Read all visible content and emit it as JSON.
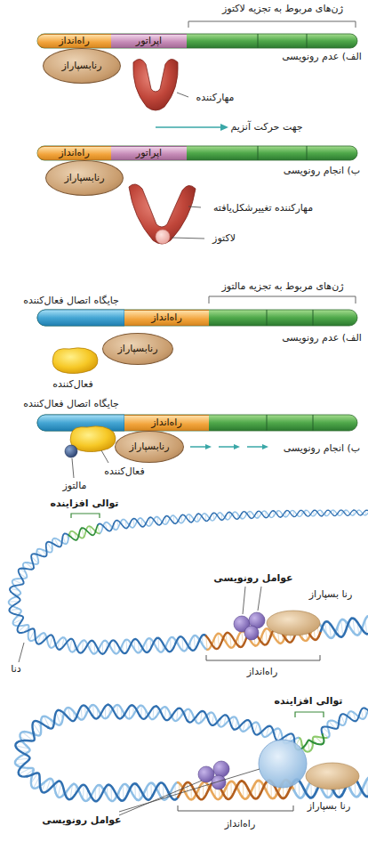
{
  "diagram": {
    "nodes": [
      {
        "text": [
          "راه‌انداز"
        ]
      },
      {
        "text": [
          "اپراتور"
        ]
      },
      {
        "text": [
          "رنابسپاراز"
        ]
      },
      {
        "text": [
          "راه‌انداز"
        ]
      },
      {
        "text": [
          "اپراتور"
        ]
      },
      {
        "text": [
          "رنابسپاراز"
        ]
      },
      {
        "text": [
          "راه‌انداز"
        ]
      },
      {
        "text": [
          "رنابسپاراز"
        ]
      },
      {
        "text": [
          "راه‌انداز"
        ]
      },
      {
        "text": [
          "رنابسپاراز"
        ]
      }
    ],
    "labels": [
      "ژن‌های مربوط به تجزیه لاکتوز",
      "الف) عدم رونویسی",
      "مهارکننده",
      "جهت حرکت آنزیم",
      "ب) انجام رونویسی",
      "مهارکننده تغییرشکل‌یافته",
      "لاکتوز",
      "ژن‌های مربوط به تجزیه مالتوز",
      "جایگاه اتصال فعال‌کننده",
      "الف) عدم رونویسی",
      "فعال‌کننده",
      "جایگاه اتصال فعال‌کننده",
      "ب) انجام رونویسی",
      "فعال‌کننده",
      "مالتوز",
      "توالی افزاینده",
      "عوامل رونویسی",
      "رنا بسپاراز",
      "دنا",
      "راه‌انداز",
      "توالی افزاینده",
      "عوامل رونویسی",
      "رنا بسپاراز",
      "راه‌انداز"
    ]
  }
}
